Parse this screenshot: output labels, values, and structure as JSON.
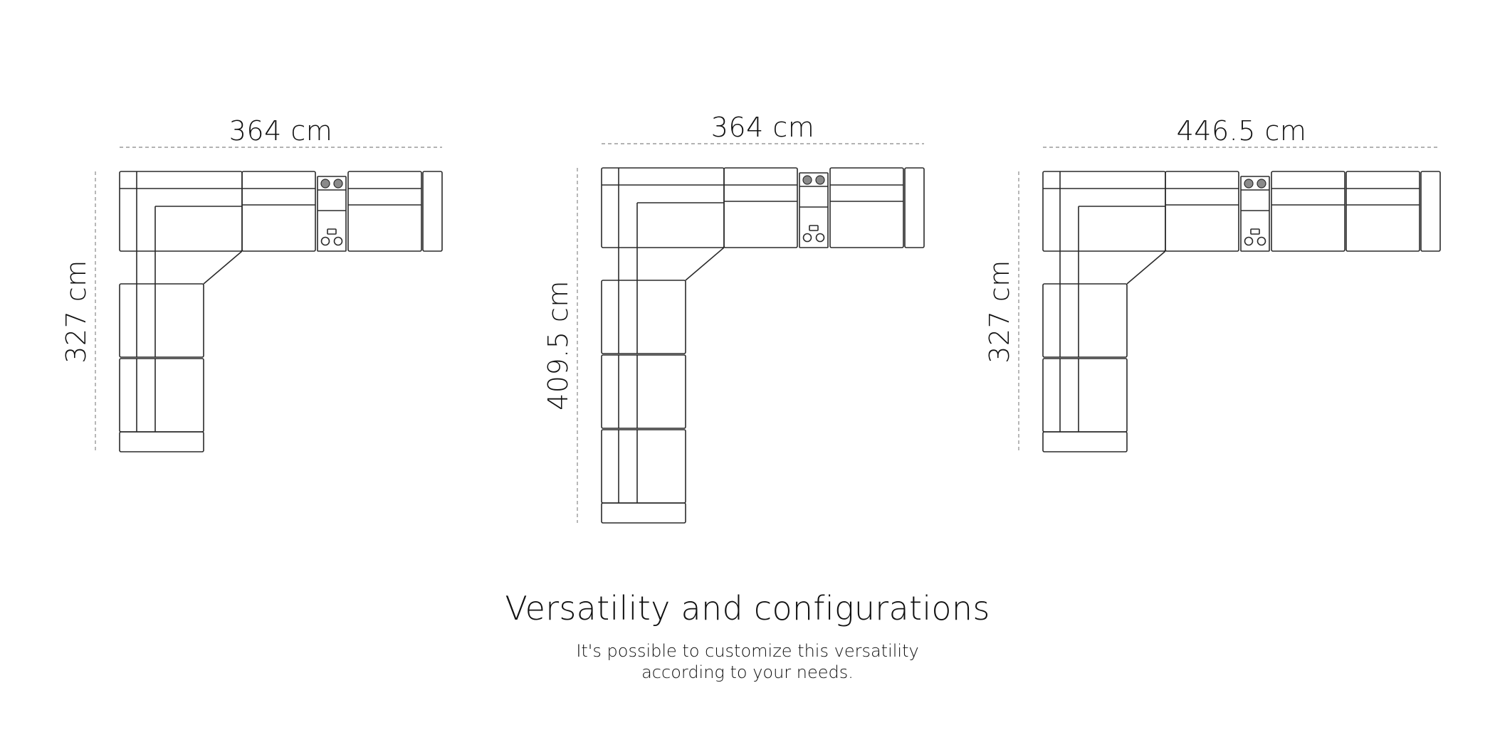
{
  "configurations": [
    {
      "width_label": "364 cm",
      "depth_label": "327 cm",
      "top_seats": 2,
      "side_seats": 2
    },
    {
      "width_label": "364 cm",
      "depth_label": "409.5 cm",
      "top_seats": 2,
      "side_seats": 3
    },
    {
      "width_label": "446.5 cm",
      "depth_label": "327 cm",
      "top_seats": 3,
      "side_seats": 2
    }
  ],
  "footer": {
    "heading": "Versatility and configurations",
    "line1": "It's possible to customize this versatility",
    "line2": "according to your needs."
  },
  "colors": {
    "line": "#2a2a2a",
    "dash": "#9a9a9a",
    "text": "#111111"
  }
}
